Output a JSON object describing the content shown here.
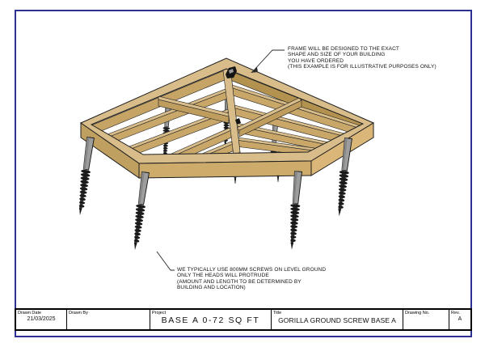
{
  "drawing": {
    "annotation_top": "FRAME WILL BE DESIGNED TO THE EXACT\nSHAPE AND SIZE OF YOUR BUILDING\nYOU HAVE ORDERED\n(THIS EXAMPLE IS FOR ILLUSTRATIVE PURPOSES ONLY)",
    "annotation_bottom": "WE TYPICALLY USE 800MM SCREWS ON LEVEL GROUND\nONLY THE HEADS WILL PROTRUDE\n(AMOUNT AND LENGTH TO BE DETERMINED BY\n BUILDING AND LOCATION)",
    "subject": "ground-screw timber base frame, isometric view",
    "screw_count_visible": 4
  },
  "title_block": {
    "drawn_date": {
      "label": "Drawn Date",
      "value": "21/03/2025"
    },
    "drawn_by": {
      "label": "Drawn By",
      "value": ""
    },
    "project": {
      "label": "Project",
      "value": "BASE A 0-72 SQ FT"
    },
    "title": {
      "label": "Title",
      "value": "GORILLA GROUND SCREW BASE A"
    },
    "drawing_no": {
      "label": "Drawing No.",
      "value": ""
    },
    "rev": {
      "label": "Rev.",
      "value": "A"
    }
  },
  "colors": {
    "page_border_blue": "#2e3192",
    "wood_top": "#d8bd8b",
    "wood_side_left": "#bfa061",
    "wood_side_front": "#cdab6b",
    "wood_side_right": "#dab678",
    "joist_side": "#c9a769",
    "screw_shaft_grey": "#9d9d9d",
    "screw_thread_black": "#1a1a1a",
    "line_black": "#1e1e1e"
  }
}
